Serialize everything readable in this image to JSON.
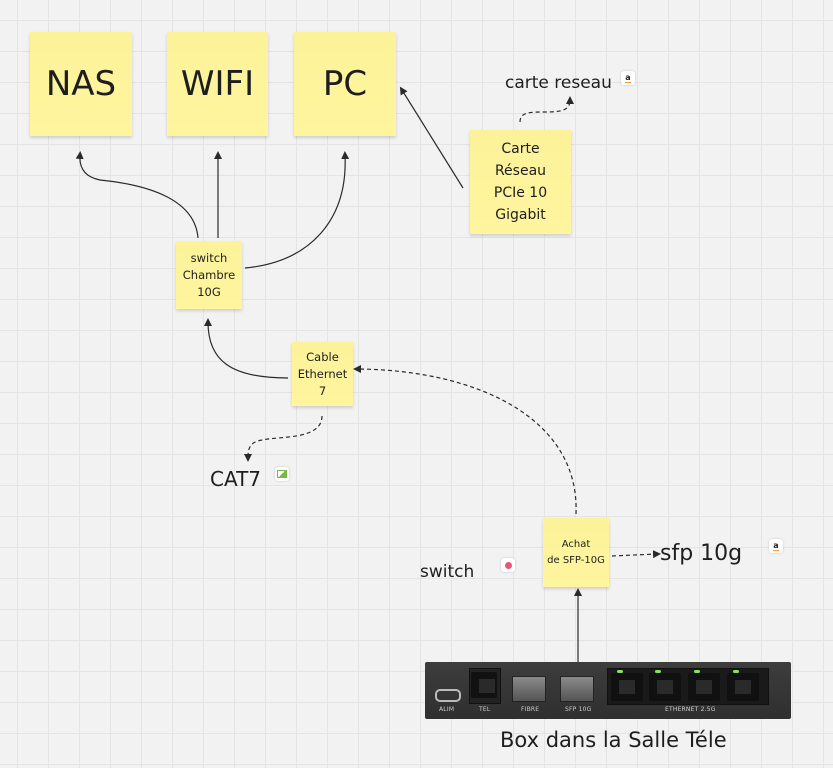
{
  "stickies": {
    "nas": "NAS",
    "wifi": "WIFI",
    "pc": "PC",
    "carte": "Carte\nRéseau\nPCIe 10\nGigabit",
    "switch": "switch\nChambre\n10G",
    "cable": "Cable\nEthernet\n7",
    "achat": "Achat\nde SFP-10G"
  },
  "labels": {
    "carte_reseau": "carte reseau",
    "cat7": "CAT7",
    "switch": "switch",
    "sfp": "sfp 10g",
    "box": "Box dans la Salle Téle"
  },
  "badges": {
    "carte_reseau_icon": "a",
    "sfp_icon": "a",
    "cat7_icon": "image",
    "switch_icon": "flower"
  },
  "router": {
    "ports": [
      "ALIM",
      "TEL",
      "FIBRE",
      "SFP 10G",
      "ETHERNET 2.5G"
    ]
  },
  "colors": {
    "sticky": "#fff59e",
    "canvas": "#f2f2f2",
    "connector": "#2a2a2a"
  }
}
